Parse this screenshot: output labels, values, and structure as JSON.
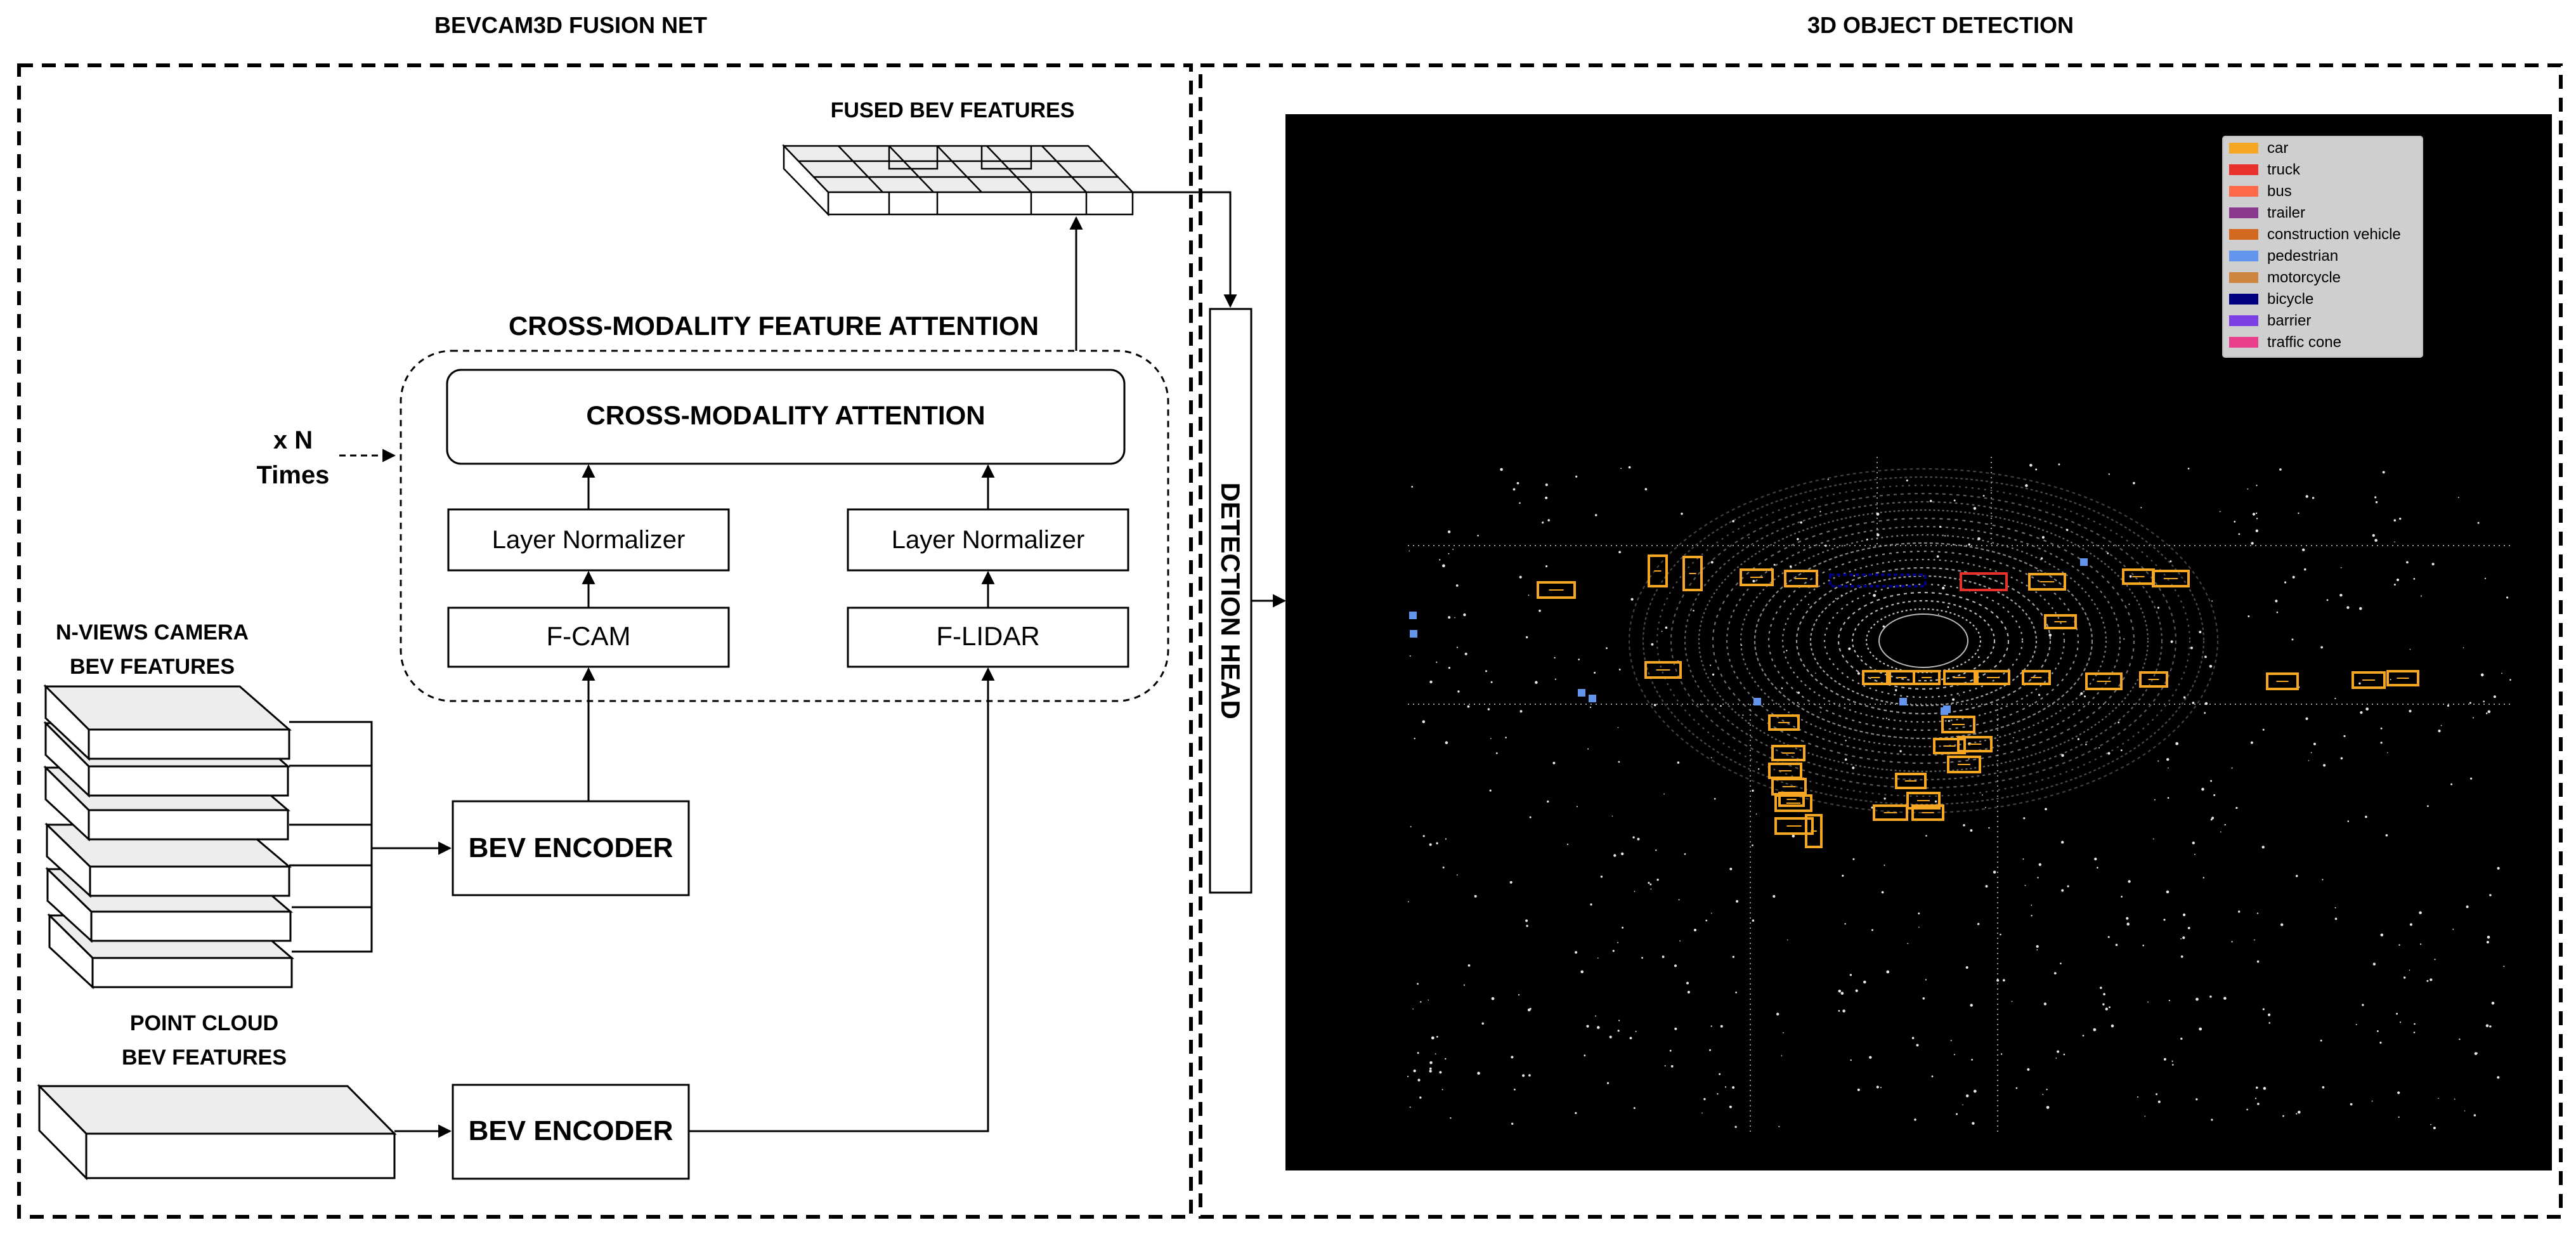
{
  "sections": {
    "fusion_title": "BEVCAM3D FUSION NET",
    "detection_title": "3D OBJECT DETECTION"
  },
  "fused": {
    "label": "FUSED BEV FEATURES"
  },
  "attention": {
    "title": "CROSS-MODALITY FEATURE ATTENTION",
    "block": "CROSS-MODALITY ATTENTION",
    "norm_left": "Layer Normalizer",
    "norm_right": "Layer Normalizer",
    "fcam": "F-CAM",
    "flidar": "F-LIDAR"
  },
  "repeat": {
    "line1": "x N",
    "line2": "Times"
  },
  "camera": {
    "line1": "N-VIEWS CAMERA",
    "line2": "BEV FEATURES"
  },
  "pointcloud": {
    "line1": "POINT CLOUD",
    "line2": "BEV FEATURES"
  },
  "encoders": {
    "top": "BEV ENCODER",
    "bottom": "BEV ENCODER"
  },
  "detection_head": "DETECTION HEAD",
  "legend": {
    "items": [
      {
        "label": "car",
        "color": "#f5a623"
      },
      {
        "label": "truck",
        "color": "#e8312b"
      },
      {
        "label": "bus",
        "color": "#ff6b4a"
      },
      {
        "label": "trailer",
        "color": "#8b3a8f"
      },
      {
        "label": "construction vehicle",
        "color": "#d2691e"
      },
      {
        "label": "pedestrian",
        "color": "#6495ed"
      },
      {
        "label": "motorcycle",
        "color": "#cd853f"
      },
      {
        "label": "bicycle",
        "color": "#000080"
      },
      {
        "label": "barrier",
        "color": "#7b3fe4"
      },
      {
        "label": "traffic cone",
        "color": "#e83e8c"
      }
    ]
  }
}
